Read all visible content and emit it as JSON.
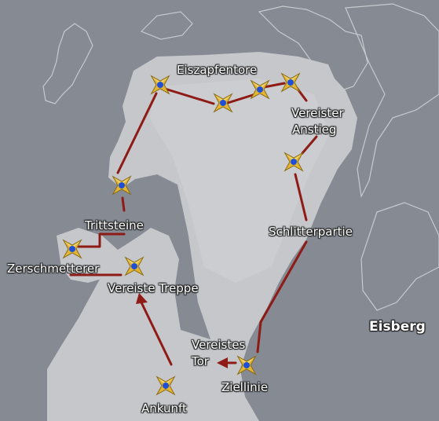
{
  "region_name": "Eisberg",
  "labels": {
    "eiszapfentore": "Eiszapfentore",
    "vereister_anstieg_1": "Vereister",
    "vereister_anstieg_2": "Anstieg",
    "schlitterpartie": "Schlitterpartie",
    "trittsteine": "Trittsteine",
    "zerschmetterer": "Zerschmetterer",
    "vereiste_treppe": "Vereiste Treppe",
    "vereistes_tor_1": "Vereistes",
    "vereistes_tor_2": "Tor",
    "ziellinie": "Ziellinie",
    "ankunft": "Ankunft"
  },
  "colors": {
    "background": "#858a93",
    "island": "#c5c7cb",
    "outline": "#d8dadd",
    "route": "#8e1b16",
    "node_gold": "#e2b634",
    "node_center": "#1f4fd6"
  },
  "icons": {
    "waypoint": "gold-star-waypoint-icon",
    "direction": "arrowhead-icon"
  }
}
